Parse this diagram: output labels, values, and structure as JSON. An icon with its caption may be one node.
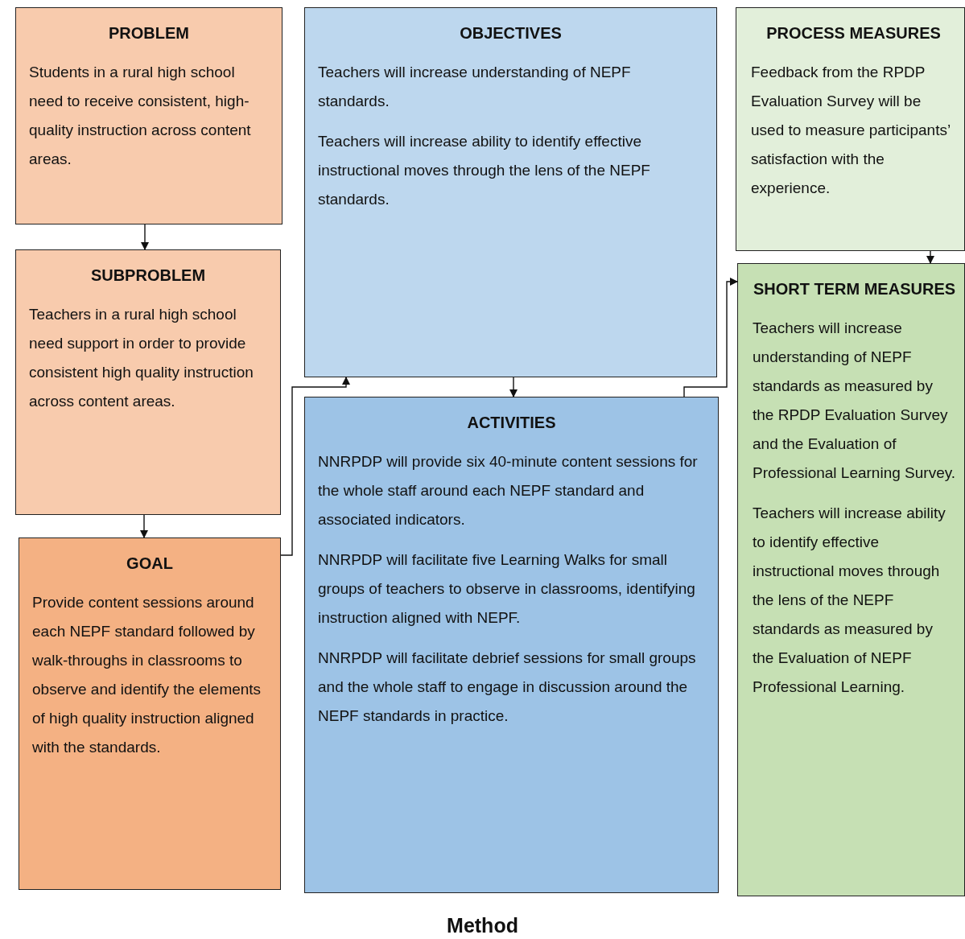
{
  "diagram": {
    "caption": "Method",
    "nodes": [
      {
        "text": [
          "PROBLEM",
          "Students in a rural high school need to receive consistent, high-quality instruction across content areas."
        ]
      },
      {
        "text": [
          "OBJECTIVES",
          "Teachers will increase understanding of NEPF standards.",
          "Teachers will increase ability to identify effective instructional moves through the lens of the NEPF standards."
        ]
      },
      {
        "text": [
          "PROCESS MEASURES",
          "Feedback from the RPDP Evaluation Survey will be used to measure participants’ satisfaction with the experience."
        ]
      },
      {
        "text": [
          "SUBPROBLEM",
          "Teachers in a rural high school need support in order to provide consistent high quality instruction across content areas."
        ]
      },
      {
        "text": [
          "SHORT TERM MEASURES",
          "Teachers will increase understanding of NEPF standards as measured by the RPDP Evaluation Survey and the Evaluation of Professional Learning Survey.",
          "Teachers will increase ability to identify effective instructional moves through the lens of the NEPF standards as measured by the Evaluation of NEPF Professional Learning."
        ]
      },
      {
        "text": [
          "ACTIVITIES",
          "NNRPDP will provide six 40-minute content sessions for the whole staff around each NEPF standard and associated indicators.",
          "NNRPDP will facilitate five Learning Walks for small groups of teachers to observe in classrooms, identifying instruction aligned with NEPF.",
          "NNRPDP will facilitate debrief sessions for small groups and the whole staff to engage in discussion around the NEPF standards in practice."
        ]
      },
      {
        "text": [
          "GOAL",
          "Provide content sessions around each NEPF standard followed by walk-throughs in classrooms to observe and identify the elements of high quality instruction aligned with the standards."
        ]
      }
    ],
    "edges": [
      {
        "from": 0,
        "to": 3,
        "arrow": "to"
      },
      {
        "from": 3,
        "to": 6,
        "arrow": "to"
      },
      {
        "from": 6,
        "to": 1,
        "arrow": "to"
      },
      {
        "from": 1,
        "to": 5,
        "arrow": "to"
      },
      {
        "from": 5,
        "to": 4,
        "arrow": "to"
      },
      {
        "from": 2,
        "to": 4,
        "arrow": "to"
      }
    ]
  }
}
